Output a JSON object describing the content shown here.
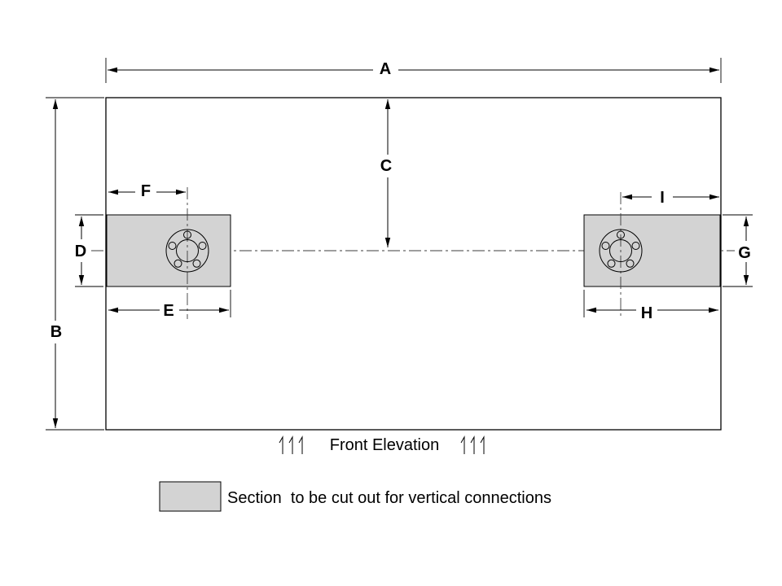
{
  "colors": {
    "cutout_fill": "#d3d3d3",
    "line": "#000000",
    "background": "#ffffff"
  },
  "labels": {
    "a": "A",
    "b": "B",
    "c": "C",
    "d": "D",
    "e": "E",
    "f": "F",
    "g": "G",
    "h": "H",
    "i": "I"
  },
  "caption": {
    "title": "Front Elevation"
  },
  "legend": {
    "text": "Section  to be cut out for vertical connections"
  }
}
